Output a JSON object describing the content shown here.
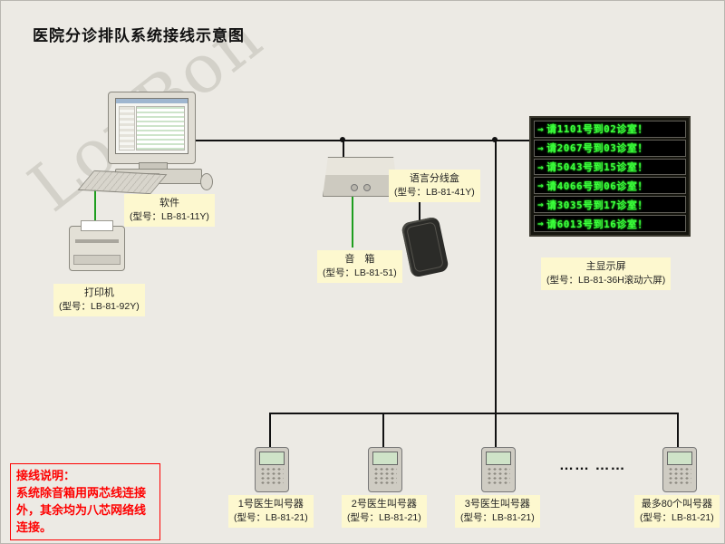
{
  "title": "医院分诊排队系统接线示意图",
  "watermark": "LonBon",
  "labels": {
    "software": {
      "name": "软件",
      "model": "(型号：LB-81-11Y)"
    },
    "printer": {
      "name": "打印机",
      "model": "(型号：LB-81-92Y)"
    },
    "voice_box": {
      "name": "语言分线盒",
      "model": "(型号：LB-81-41Y)"
    },
    "speaker": {
      "name": "音　箱",
      "model": "(型号：LB-81-51)"
    },
    "display": {
      "name": "主显示屏",
      "model": "(型号：LB-81-36H滚动六屏)"
    }
  },
  "led": {
    "arrow_glyph": "→",
    "lines": [
      "请1101号到02诊室！",
      "请2067号到03诊室！",
      "请5043号到15诊室！",
      "请4066号到06诊室！",
      "请3035号到17诊室！",
      "请6013号到16诊室！"
    ]
  },
  "callers": [
    {
      "name": "1号医生叫号器",
      "model": "(型号：LB-81-21)"
    },
    {
      "name": "2号医生叫号器",
      "model": "(型号：LB-81-21)"
    },
    {
      "name": "3号医生叫号器",
      "model": "(型号：LB-81-21)"
    },
    {
      "name": "最多80个叫号器",
      "model": "(型号：LB-81-21)"
    }
  ],
  "ellipsis": "…… ……",
  "note": {
    "heading": "接线说明：",
    "body": "系统除音箱用两芯线连接外，其余均为八芯网络线连接。"
  },
  "colors": {
    "background": "#eceae4",
    "tag_bg": "#fdf8cf",
    "led_text": "#3cff3c",
    "wire_black": "#111111",
    "wire_green": "#1e9e1e",
    "note_red": "#fe0000"
  }
}
